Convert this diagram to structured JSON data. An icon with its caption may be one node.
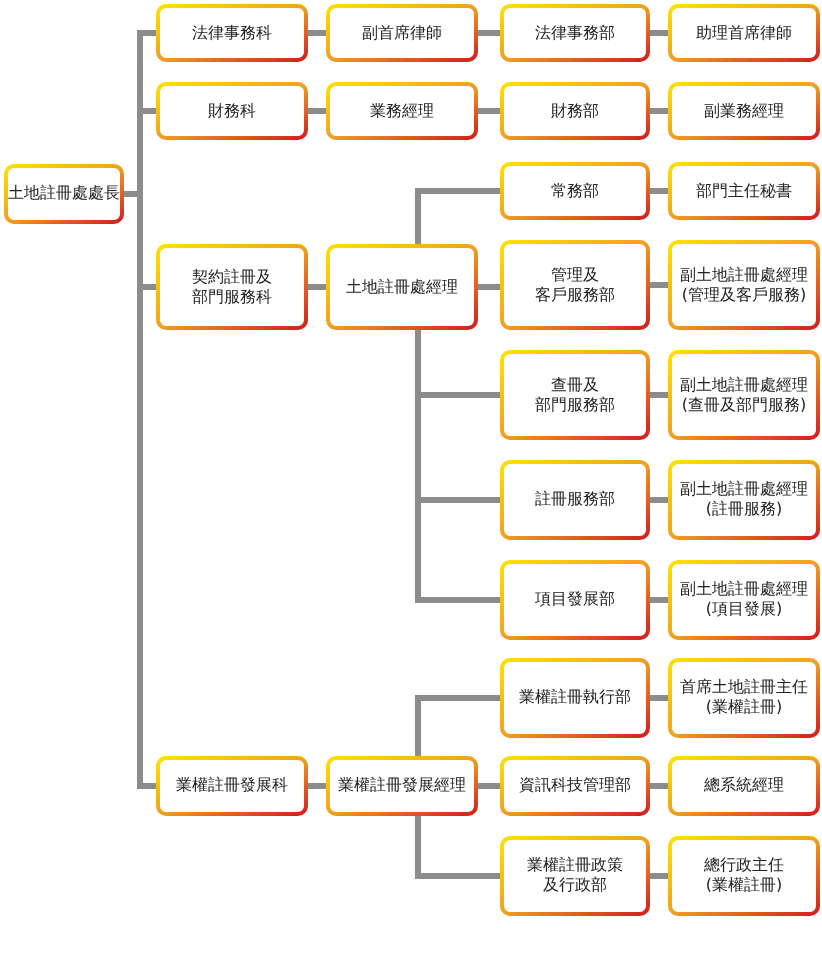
{
  "diagram": {
    "nodes": [
      {
        "text": [
          "土地註冊處處長"
        ]
      },
      {
        "text": [
          "法律事務科"
        ]
      },
      {
        "text": [
          "副首席律師"
        ]
      },
      {
        "text": [
          "法律事務部"
        ]
      },
      {
        "text": [
          "助理首席律師"
        ]
      },
      {
        "text": [
          "財務科"
        ]
      },
      {
        "text": [
          "業務經理"
        ]
      },
      {
        "text": [
          "財務部"
        ]
      },
      {
        "text": [
          "副業務經理"
        ]
      },
      {
        "text": [
          "常務部"
        ]
      },
      {
        "text": [
          "部門主任秘書"
        ]
      },
      {
        "text": [
          "契約註冊及部門服務科"
        ]
      },
      {
        "text": [
          "土地註冊處經理"
        ]
      },
      {
        "text": [
          "管理及客戶服務部"
        ]
      },
      {
        "text": [
          "副土地註冊處經理(管理及客戶服務)"
        ]
      },
      {
        "text": [
          "查冊及部門服務部"
        ]
      },
      {
        "text": [
          "副土地註冊處經理(查冊及部門服務)"
        ]
      },
      {
        "text": [
          "註冊服務部"
        ]
      },
      {
        "text": [
          "副土地註冊處經理(註冊服務)"
        ]
      },
      {
        "text": [
          "項目發展部"
        ]
      },
      {
        "text": [
          "副土地註冊處經理(項目發展)"
        ]
      },
      {
        "text": [
          "業權註冊執行部"
        ]
      },
      {
        "text": [
          "首席土地註冊主任(業權註冊)"
        ]
      },
      {
        "text": [
          "業權註冊發展科"
        ]
      },
      {
        "text": [
          "業權註冊發展經理"
        ]
      },
      {
        "text": [
          "資訊科技管理部"
        ]
      },
      {
        "text": [
          "總系統經理"
        ]
      },
      {
        "text": [
          "業權註冊政策及行政部"
        ]
      },
      {
        "text": [
          "總行政主任(業權註冊)"
        ]
      }
    ],
    "edges": [
      {
        "from": 0,
        "to": 1,
        "arrow": "none"
      },
      {
        "from": 1,
        "to": 2,
        "arrow": "none"
      },
      {
        "from": 2,
        "to": 3,
        "arrow": "none"
      },
      {
        "from": 3,
        "to": 4,
        "arrow": "none"
      },
      {
        "from": 0,
        "to": 5,
        "arrow": "none"
      },
      {
        "from": 5,
        "to": 6,
        "arrow": "none"
      },
      {
        "from": 6,
        "to": 7,
        "arrow": "none"
      },
      {
        "from": 7,
        "to": 8,
        "arrow": "none"
      },
      {
        "from": 0,
        "to": 11,
        "arrow": "none"
      },
      {
        "from": 11,
        "to": 12,
        "arrow": "none"
      },
      {
        "from": 12,
        "to": 9,
        "arrow": "none"
      },
      {
        "from": 9,
        "to": 10,
        "arrow": "none"
      },
      {
        "from": 12,
        "to": 13,
        "arrow": "none"
      },
      {
        "from": 13,
        "to": 14,
        "arrow": "none"
      },
      {
        "from": 12,
        "to": 15,
        "arrow": "none"
      },
      {
        "from": 15,
        "to": 16,
        "arrow": "none"
      },
      {
        "from": 12,
        "to": 17,
        "arrow": "none"
      },
      {
        "from": 17,
        "to": 18,
        "arrow": "none"
      },
      {
        "from": 12,
        "to": 19,
        "arrow": "none"
      },
      {
        "from": 19,
        "to": 20,
        "arrow": "none"
      },
      {
        "from": 0,
        "to": 23,
        "arrow": "none"
      },
      {
        "from": 23,
        "to": 24,
        "arrow": "none"
      },
      {
        "from": 24,
        "to": 21,
        "arrow": "none"
      },
      {
        "from": 21,
        "to": 22,
        "arrow": "none"
      },
      {
        "from": 24,
        "to": 25,
        "arrow": "none"
      },
      {
        "from": 25,
        "to": 26,
        "arrow": "none"
      },
      {
        "from": 24,
        "to": 27,
        "arrow": "none"
      },
      {
        "from": 27,
        "to": 28,
        "arrow": "none"
      }
    ]
  }
}
